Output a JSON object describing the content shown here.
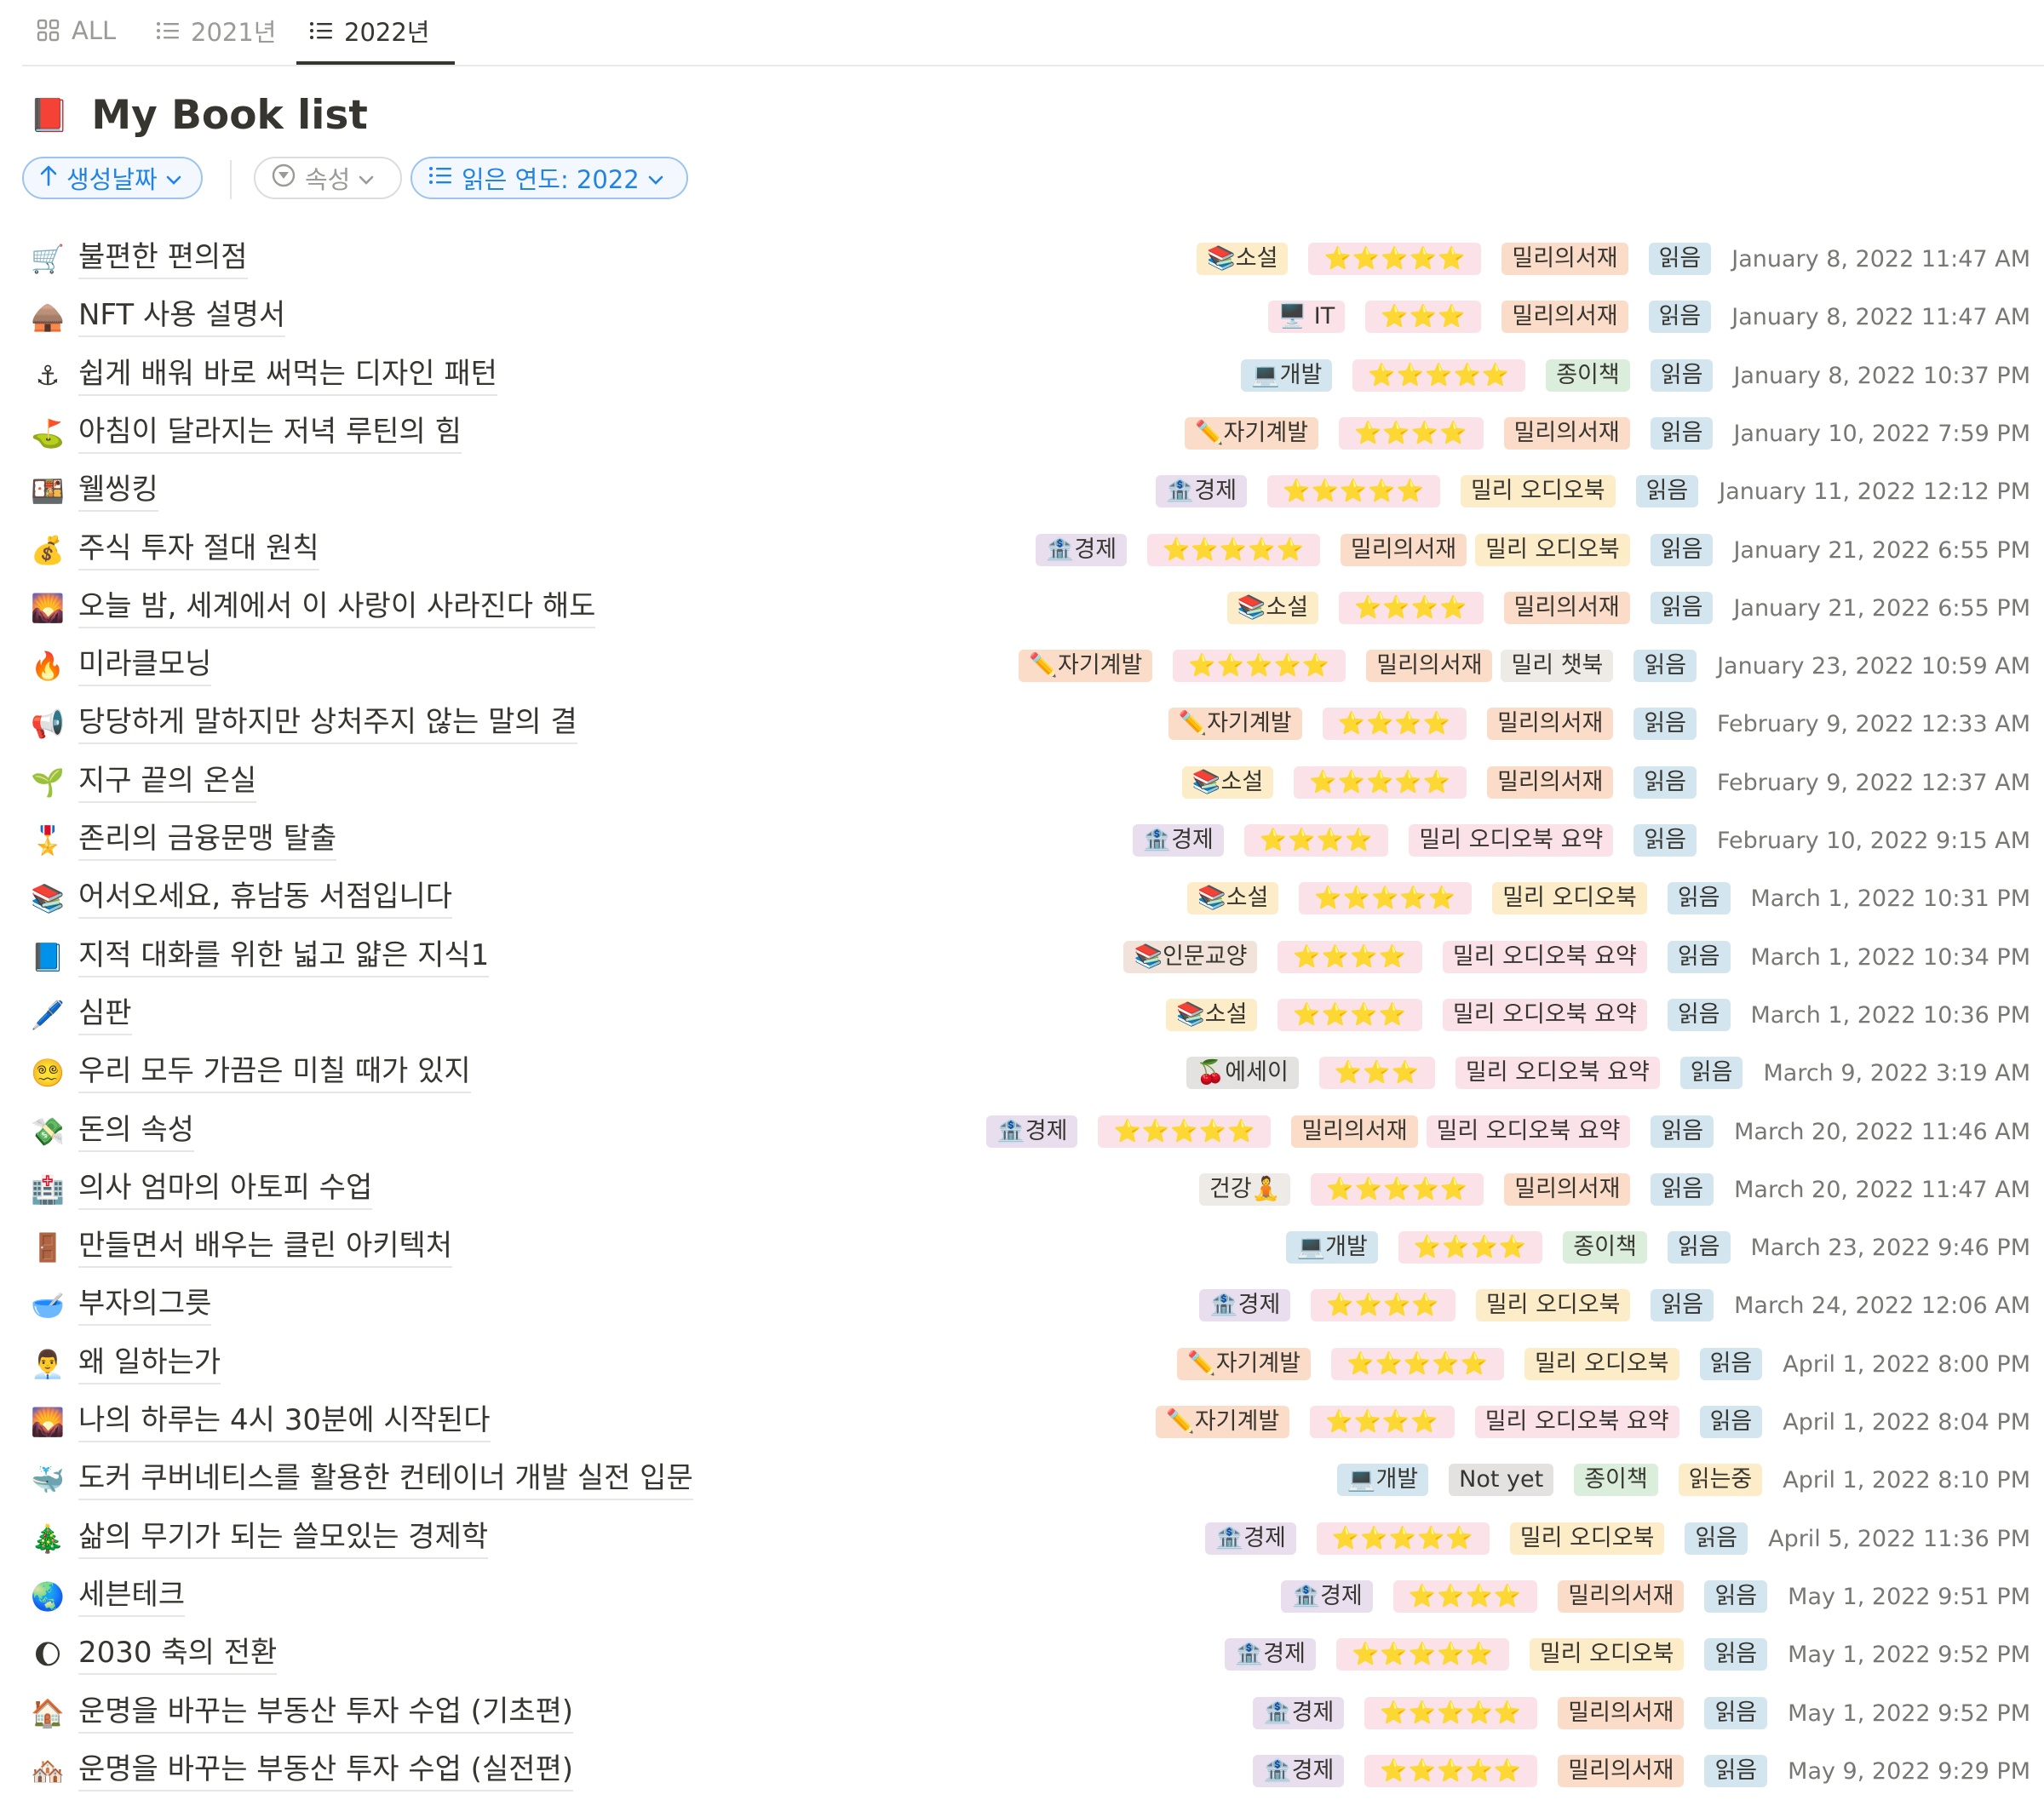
{
  "tabs": [
    {
      "label": "ALL",
      "icon": "grid-icon"
    },
    {
      "label": "2021년",
      "icon": "list-icon"
    },
    {
      "label": "2022년",
      "icon": "list-icon",
      "active": true
    }
  ],
  "page": {
    "icon": "red-book-icon",
    "icon_glyph": "📕",
    "title": "My Book list"
  },
  "filters": {
    "sort_label": "생성날짜",
    "property_label": "속성",
    "year_filter_label": "읽은 연도: 2022"
  },
  "colors": {
    "category": "#f1e3da",
    "stars": "#fbe2e8",
    "millie_seojae": "#fbdcc8",
    "millie_audio": "#fdecc8",
    "millie_audio_summary": "#fbe2e8",
    "millie_chat": "#eeeae6",
    "paper": "#dbeddb",
    "not_yet": "#e3e2e0",
    "read": "#d3e5ef",
    "reading": "#fdecc8",
    "cat_fiction": "#fdecc8",
    "cat_it": "#fbe2e8",
    "cat_dev": "#d3e5ef",
    "cat_self": "#fbdcc8",
    "cat_econ": "#e8deee",
    "cat_humanities": "#f1e3da",
    "cat_essay": "#e3e2e0",
    "cat_health": "#eeeae6"
  },
  "rows": [
    {
      "icon": "🛒",
      "icon_name": "shopping-cart-icon",
      "title": "불편한 편의점",
      "category": "📚소설",
      "cat_color": "cat_fiction",
      "stars": "⭐⭐⭐⭐⭐",
      "sources": [
        {
          "label": "밀리의서재",
          "color": "millie_seojae"
        }
      ],
      "status": "읽음",
      "status_color": "read",
      "date": "January 8, 2022 11:47 AM"
    },
    {
      "icon": "🛖",
      "icon_name": "hut-icon",
      "title": "NFT 사용 설명서",
      "category": "🖥️ IT",
      "cat_color": "cat_it",
      "stars": "⭐⭐⭐",
      "sources": [
        {
          "label": "밀리의서재",
          "color": "millie_seojae"
        }
      ],
      "status": "읽음",
      "status_color": "read",
      "date": "January 8, 2022 11:47 AM"
    },
    {
      "icon": "⚓",
      "icon_name": "anchor-icon",
      "title": "쉽게 배워 바로 써먹는 디자인 패턴",
      "category": "💻개발",
      "cat_color": "cat_dev",
      "stars": "⭐⭐⭐⭐⭐",
      "sources": [
        {
          "label": "종이책",
          "color": "paper"
        }
      ],
      "status": "읽음",
      "status_color": "read",
      "date": "January 8, 2022 10:37 PM"
    },
    {
      "icon": "⛳",
      "icon_name": "golf-flag-icon",
      "title": "아침이 달라지는 저녁 루틴의 힘",
      "category": "✏️자기계발",
      "cat_color": "cat_self",
      "stars": "⭐⭐⭐⭐",
      "sources": [
        {
          "label": "밀리의서재",
          "color": "millie_seojae"
        }
      ],
      "status": "읽음",
      "status_color": "read",
      "date": "January 10, 2022 7:59 PM"
    },
    {
      "icon": "🍱",
      "icon_name": "bento-icon",
      "title": "웰씽킹",
      "category": "🏦경제",
      "cat_color": "cat_econ",
      "stars": "⭐⭐⭐⭐⭐",
      "sources": [
        {
          "label": "밀리 오디오북",
          "color": "millie_audio"
        }
      ],
      "status": "읽음",
      "status_color": "read",
      "date": "January 11, 2022 12:12 PM"
    },
    {
      "icon": "💰",
      "icon_name": "money-bag-icon",
      "title": "주식 투자 절대 원칙",
      "category": "🏦경제",
      "cat_color": "cat_econ",
      "stars": "⭐⭐⭐⭐⭐",
      "sources": [
        {
          "label": "밀리의서재",
          "color": "millie_seojae"
        },
        {
          "label": "밀리 오디오북",
          "color": "millie_audio"
        }
      ],
      "status": "읽음",
      "status_color": "read",
      "date": "January 21, 2022 6:55 PM"
    },
    {
      "icon": "🌄",
      "icon_name": "mountain-sunrise-icon",
      "title": "오늘 밤, 세계에서 이 사랑이 사라진다 해도",
      "category": "📚소설",
      "cat_color": "cat_fiction",
      "stars": "⭐⭐⭐⭐",
      "sources": [
        {
          "label": "밀리의서재",
          "color": "millie_seojae"
        }
      ],
      "status": "읽음",
      "status_color": "read",
      "date": "January 21, 2022 6:55 PM"
    },
    {
      "icon": "🔥",
      "icon_name": "fire-icon",
      "title": "미라클모닝",
      "category": "✏️자기계발",
      "cat_color": "cat_self",
      "stars": "⭐⭐⭐⭐⭐",
      "sources": [
        {
          "label": "밀리의서재",
          "color": "millie_seojae"
        },
        {
          "label": "밀리 챗북",
          "color": "millie_chat"
        }
      ],
      "status": "읽음",
      "status_color": "read",
      "date": "January 23, 2022 10:59 AM"
    },
    {
      "icon": "📢",
      "icon_name": "megaphone-icon",
      "title": "당당하게 말하지만 상처주지 않는 말의 결",
      "category": "✏️자기계발",
      "cat_color": "cat_self",
      "stars": "⭐⭐⭐⭐",
      "sources": [
        {
          "label": "밀리의서재",
          "color": "millie_seojae"
        }
      ],
      "status": "읽음",
      "status_color": "read",
      "date": "February 9, 2022 12:33 AM"
    },
    {
      "icon": "🌱",
      "icon_name": "seedling-icon",
      "title": "지구 끝의 온실",
      "category": "📚소설",
      "cat_color": "cat_fiction",
      "stars": "⭐⭐⭐⭐⭐",
      "sources": [
        {
          "label": "밀리의서재",
          "color": "millie_seojae"
        }
      ],
      "status": "읽음",
      "status_color": "read",
      "date": "February 9, 2022 12:37 AM"
    },
    {
      "icon": "🎖️",
      "icon_name": "medal-icon",
      "title": "존리의 금융문맹 탈출",
      "category": "🏦경제",
      "cat_color": "cat_econ",
      "stars": "⭐⭐⭐⭐",
      "sources": [
        {
          "label": "밀리 오디오북 요약",
          "color": "millie_audio_summary"
        }
      ],
      "status": "읽음",
      "status_color": "read",
      "date": "February 10, 2022 9:15 AM"
    },
    {
      "icon": "📚",
      "icon_name": "books-icon",
      "title": "어서오세요, 휴남동 서점입니다",
      "category": "📚소설",
      "cat_color": "cat_fiction",
      "stars": "⭐⭐⭐⭐⭐",
      "sources": [
        {
          "label": "밀리 오디오북",
          "color": "millie_audio"
        }
      ],
      "status": "읽음",
      "status_color": "read",
      "date": "March 1, 2022 10:31 PM"
    },
    {
      "icon": "📘",
      "icon_name": "blue-book-icon",
      "title": "지적 대화를 위한 넓고 얇은 지식1",
      "category": "📚인문교양",
      "cat_color": "cat_humanities",
      "stars": "⭐⭐⭐⭐",
      "sources": [
        {
          "label": "밀리 오디오북 요약",
          "color": "millie_audio_summary"
        }
      ],
      "status": "읽음",
      "status_color": "read",
      "date": "March 1, 2022 10:34 PM"
    },
    {
      "icon": "🖊️",
      "icon_name": "pen-icon",
      "title": "심판",
      "category": "📚소설",
      "cat_color": "cat_fiction",
      "stars": "⭐⭐⭐⭐",
      "sources": [
        {
          "label": "밀리 오디오북 요약",
          "color": "millie_audio_summary"
        }
      ],
      "status": "읽음",
      "status_color": "read",
      "date": "March 1, 2022 10:36 PM"
    },
    {
      "icon": "😵‍💫",
      "icon_name": "dizzy-face-icon",
      "title": "우리 모두 가끔은 미칠 때가 있지",
      "category": "🍒에세이",
      "cat_color": "cat_essay",
      "stars": "⭐⭐⭐",
      "sources": [
        {
          "label": "밀리 오디오북 요약",
          "color": "millie_audio_summary"
        }
      ],
      "status": "읽음",
      "status_color": "read",
      "date": "March 9, 2022 3:19 AM"
    },
    {
      "icon": "💸",
      "icon_name": "flying-money-icon",
      "title": "돈의 속성",
      "category": "🏦경제",
      "cat_color": "cat_econ",
      "stars": "⭐⭐⭐⭐⭐",
      "sources": [
        {
          "label": "밀리의서재",
          "color": "millie_seojae"
        },
        {
          "label": "밀리 오디오북 요약",
          "color": "millie_audio_summary"
        }
      ],
      "status": "읽음",
      "status_color": "read",
      "date": "March 20, 2022 11:46 AM"
    },
    {
      "icon": "🏥",
      "icon_name": "hospital-icon",
      "title": "의사 엄마의 아토피 수업",
      "category": "건강🧘",
      "cat_color": "cat_health",
      "stars": "⭐⭐⭐⭐⭐",
      "sources": [
        {
          "label": "밀리의서재",
          "color": "millie_seojae"
        }
      ],
      "status": "읽음",
      "status_color": "read",
      "date": "March 20, 2022 11:47 AM"
    },
    {
      "icon": "🚪",
      "icon_name": "door-icon",
      "title": "만들면서 배우는 클린 아키텍처",
      "category": "💻개발",
      "cat_color": "cat_dev",
      "stars": "⭐⭐⭐⭐",
      "sources": [
        {
          "label": "종이책",
          "color": "paper"
        }
      ],
      "status": "읽음",
      "status_color": "read",
      "date": "March 23, 2022 9:46 PM"
    },
    {
      "icon": "🥣",
      "icon_name": "bowl-icon",
      "title": "부자의그릇",
      "category": "🏦경제",
      "cat_color": "cat_econ",
      "stars": "⭐⭐⭐⭐",
      "sources": [
        {
          "label": "밀리 오디오북",
          "color": "millie_audio"
        }
      ],
      "status": "읽음",
      "status_color": "read",
      "date": "March 24, 2022 12:06 AM"
    },
    {
      "icon": "👨‍💼",
      "icon_name": "office-worker-icon",
      "title": "왜 일하는가",
      "category": "✏️자기계발",
      "cat_color": "cat_self",
      "stars": "⭐⭐⭐⭐⭐",
      "sources": [
        {
          "label": "밀리 오디오북",
          "color": "millie_audio"
        }
      ],
      "status": "읽음",
      "status_color": "read",
      "date": "April 1, 2022 8:00 PM"
    },
    {
      "icon": "🌄",
      "icon_name": "sunrise-icon",
      "title": "나의 하루는 4시 30분에 시작된다",
      "category": "✏️자기계발",
      "cat_color": "cat_self",
      "stars": "⭐⭐⭐⭐",
      "sources": [
        {
          "label": "밀리 오디오북 요약",
          "color": "millie_audio_summary"
        }
      ],
      "status": "읽음",
      "status_color": "read",
      "date": "April 1, 2022 8:04 PM"
    },
    {
      "icon": "🐳",
      "icon_name": "whale-icon",
      "title": "도커 쿠버네티스를 활용한 컨테이너 개발 실전 입문",
      "category": "💻개발",
      "cat_color": "cat_dev",
      "stars": "Not yet",
      "stars_color": "not_yet",
      "sources": [
        {
          "label": "종이책",
          "color": "paper"
        }
      ],
      "status": "읽는중",
      "status_color": "reading",
      "date": "April 1, 2022 8:10 PM"
    },
    {
      "icon": "🎄",
      "icon_name": "tree-icon",
      "title": "삶의 무기가 되는 쓸모있는 경제학",
      "category": "🏦경제",
      "cat_color": "cat_econ",
      "stars": "⭐⭐⭐⭐⭐",
      "sources": [
        {
          "label": "밀리 오디오북",
          "color": "millie_audio"
        }
      ],
      "status": "읽음",
      "status_color": "read",
      "date": "April 5, 2022 11:36 PM"
    },
    {
      "icon": "🌏",
      "icon_name": "globe-icon",
      "title": "세븐테크",
      "category": "🏦경제",
      "cat_color": "cat_econ",
      "stars": "⭐⭐⭐⭐",
      "sources": [
        {
          "label": "밀리의서재",
          "color": "millie_seojae"
        }
      ],
      "status": "읽음",
      "status_color": "read",
      "date": "May 1, 2022 9:51 PM"
    },
    {
      "icon": "🌔",
      "icon_name": "moon-icon",
      "title": "2030 축의 전환",
      "category": "🏦경제",
      "cat_color": "cat_econ",
      "stars": "⭐⭐⭐⭐⭐",
      "sources": [
        {
          "label": "밀리 오디오북",
          "color": "millie_audio"
        }
      ],
      "status": "읽음",
      "status_color": "read",
      "date": "May 1, 2022 9:52 PM"
    },
    {
      "icon": "🏠",
      "icon_name": "house-icon",
      "title": "운명을 바꾸는 부동산 투자 수업 (기초편)",
      "category": "🏦경제",
      "cat_color": "cat_econ",
      "stars": "⭐⭐⭐⭐⭐",
      "sources": [
        {
          "label": "밀리의서재",
          "color": "millie_seojae"
        }
      ],
      "status": "읽음",
      "status_color": "read",
      "date": "May 1, 2022 9:52 PM"
    },
    {
      "icon": "🏘️",
      "icon_name": "houses-icon",
      "title": "운명을 바꾸는 부동산 투자 수업 (실전편)",
      "category": "🏦경제",
      "cat_color": "cat_econ",
      "stars": "⭐⭐⭐⭐⭐",
      "sources": [
        {
          "label": "밀리의서재",
          "color": "millie_seojae"
        }
      ],
      "status": "읽음",
      "status_color": "read",
      "date": "May 9, 2022 9:29 PM"
    }
  ]
}
